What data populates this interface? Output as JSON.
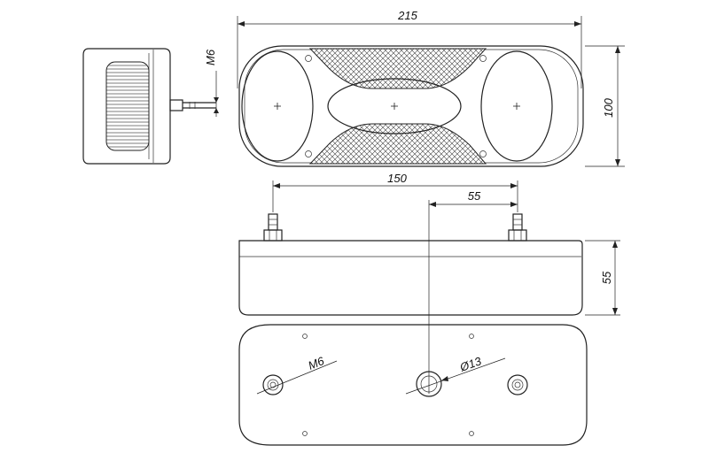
{
  "dimensions": {
    "width_top": "215",
    "height_front": "100",
    "stud_thread_side": "M6",
    "stud_spacing": "150",
    "stud_offset_center": "55",
    "depth": "55",
    "stud_thread_back": "M6",
    "cable_hole": "Ø13"
  }
}
